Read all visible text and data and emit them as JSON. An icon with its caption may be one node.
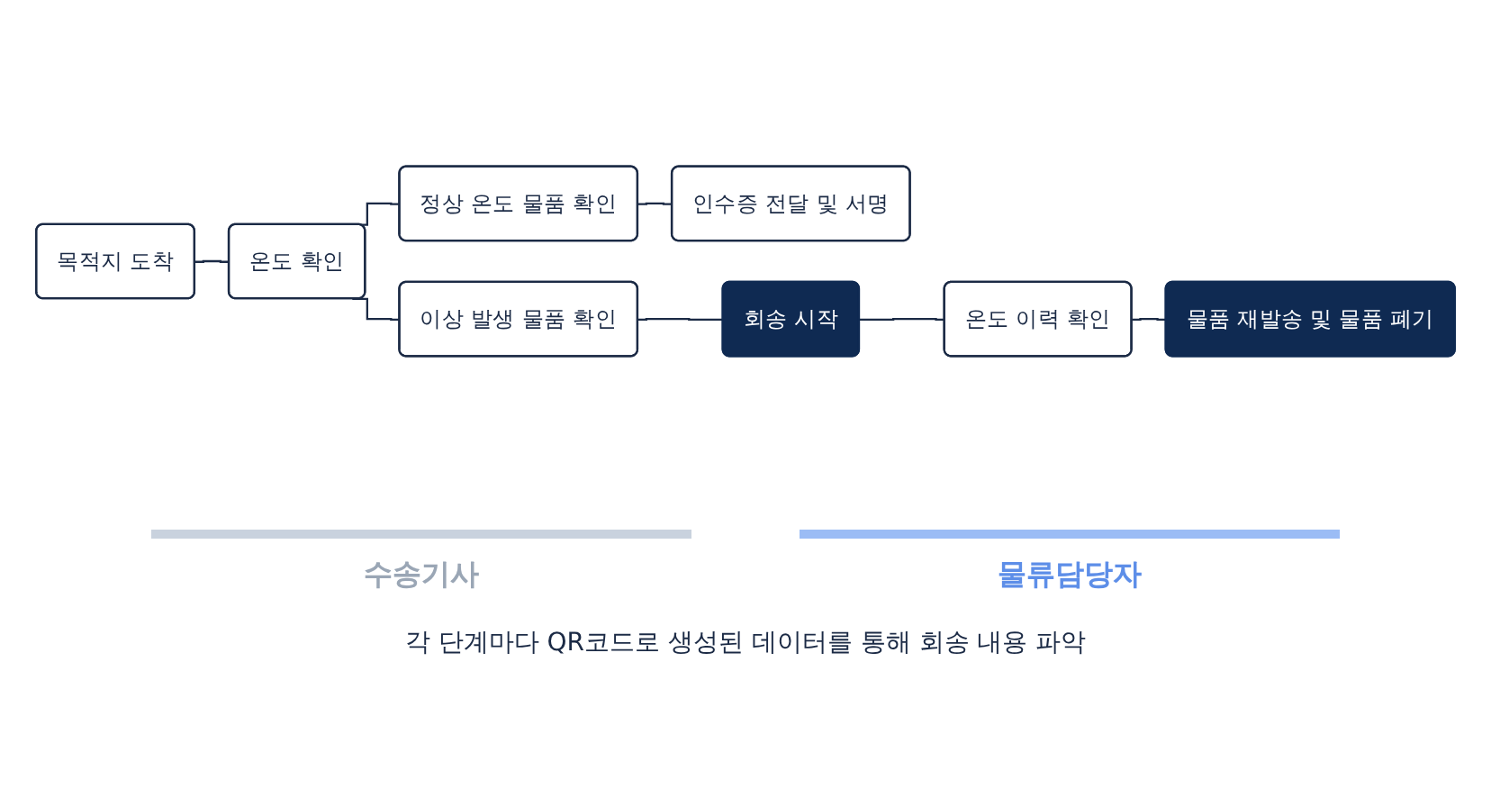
{
  "diagram": {
    "caption": "각 단계마다 QR코드로 생성된 데이터를 통해 회송 내용 파악",
    "nodes": [
      {
        "text": [
          "목적지 도착"
        ]
      },
      {
        "text": [
          "온도 확인"
        ]
      },
      {
        "text": [
          "정상 온도 물품 확인"
        ]
      },
      {
        "text": [
          "인수증 전달 및 서명"
        ]
      },
      {
        "text": [
          "이상 발생 물품 확인"
        ]
      },
      {
        "text": [
          "회송 시작"
        ]
      },
      {
        "text": [
          "온도 이력 확인"
        ]
      },
      {
        "text": [
          "물품 재발송 및 물품 폐기"
        ]
      }
    ],
    "edges": [
      {
        "from": 0,
        "to": 1,
        "arrow": "none"
      },
      {
        "from": 1,
        "to": 2,
        "arrow": "none"
      },
      {
        "from": 1,
        "to": 4,
        "arrow": "none"
      },
      {
        "from": 2,
        "to": 3,
        "arrow": "none"
      },
      {
        "from": 4,
        "to": 5,
        "arrow": "none"
      },
      {
        "from": 5,
        "to": 6,
        "arrow": "none"
      },
      {
        "from": 6,
        "to": 7,
        "arrow": "none"
      }
    ],
    "labels": [
      "수송기사",
      "물류담당자"
    ]
  }
}
